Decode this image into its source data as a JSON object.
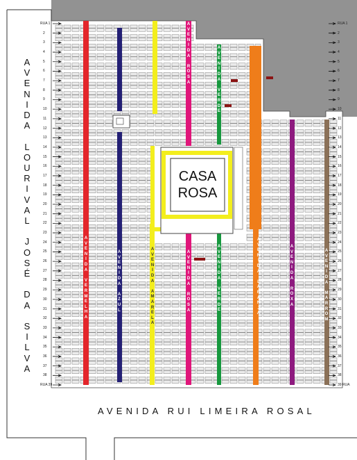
{
  "map": {
    "west_avenue": "AVENIDA LOURIVAL JOSÉ DA SILVA",
    "west_avenue_lines": [
      "AVENIDA",
      "LOURIVAL",
      "JOSÉ",
      "DA",
      "SILVA"
    ],
    "south_avenue": "AVENIDA RUI LIMEIRA ROSAL",
    "center_building": [
      "CASA",
      "ROSA"
    ],
    "left_street_labels": [
      "RUA 1",
      "2",
      "3",
      "4",
      "5",
      "6",
      "7",
      "8",
      "9",
      "10",
      "11",
      "12",
      "13",
      "14",
      "15",
      "16",
      "17",
      "18",
      "19",
      "20",
      "21",
      "22",
      "23",
      "24",
      "25",
      "26",
      "27",
      "28",
      "29",
      "30",
      "31",
      "32",
      "33",
      "34",
      "35",
      "36",
      "37",
      "38",
      "RUA 39"
    ],
    "right_street_labels": [
      "RUA 1",
      "2",
      "3",
      "4",
      "5",
      "6",
      "7",
      "8",
      "9",
      "10",
      "11",
      "12",
      "13",
      "14",
      "15",
      "16",
      "17",
      "18",
      "19",
      "20",
      "21",
      "22",
      "23",
      "24",
      "25",
      "26",
      "27",
      "28",
      "29",
      "30",
      "31",
      "32",
      "33",
      "34",
      "35",
      "36",
      "37",
      "38",
      "39 RUA"
    ],
    "avenues": [
      {
        "name": "AVENIDA VERMELHA",
        "color": "#e3262b",
        "top_label": "",
        "bottom_label": "AVENIDA VERMELHA"
      },
      {
        "name": "AVENIDA AZUL",
        "color": "#242075",
        "top_label": "",
        "bottom_label": "AVENIDA AZUL"
      },
      {
        "name": "AVENIDA AMARELA",
        "color": "#f3ee1d",
        "top_label": "",
        "bottom_label": "AVENIDA AMARELA"
      },
      {
        "name": "AVENIDA ROSA",
        "color": "#e0167a",
        "top_label": "AVENIDA ROSA",
        "bottom_label": "AVENIDA ROSA"
      },
      {
        "name": "AVENIDA VERDE",
        "color": "#17983e",
        "top_label": "AVENIDA VERDE",
        "bottom_label": "AVENIDA VERDE"
      },
      {
        "name": "AVENIDA LARANJA",
        "color": "#ef7d1a",
        "top_label": "",
        "bottom_label": "AVENIDA LARANJA"
      },
      {
        "name": "AVENIDA ROXA",
        "color": "#8e1a7f",
        "top_label": "",
        "bottom_label": "AVENIDA ROXA"
      },
      {
        "name": "AVENIDA MARROM",
        "color": "#8b7158",
        "top_label": "",
        "bottom_label": "AVENIDA MARROM"
      }
    ],
    "colors": {
      "background_gray": "#929292",
      "block_fill": "#ebebeb",
      "block_line": "#555555",
      "accent_dark_red": "#8b1414"
    }
  }
}
